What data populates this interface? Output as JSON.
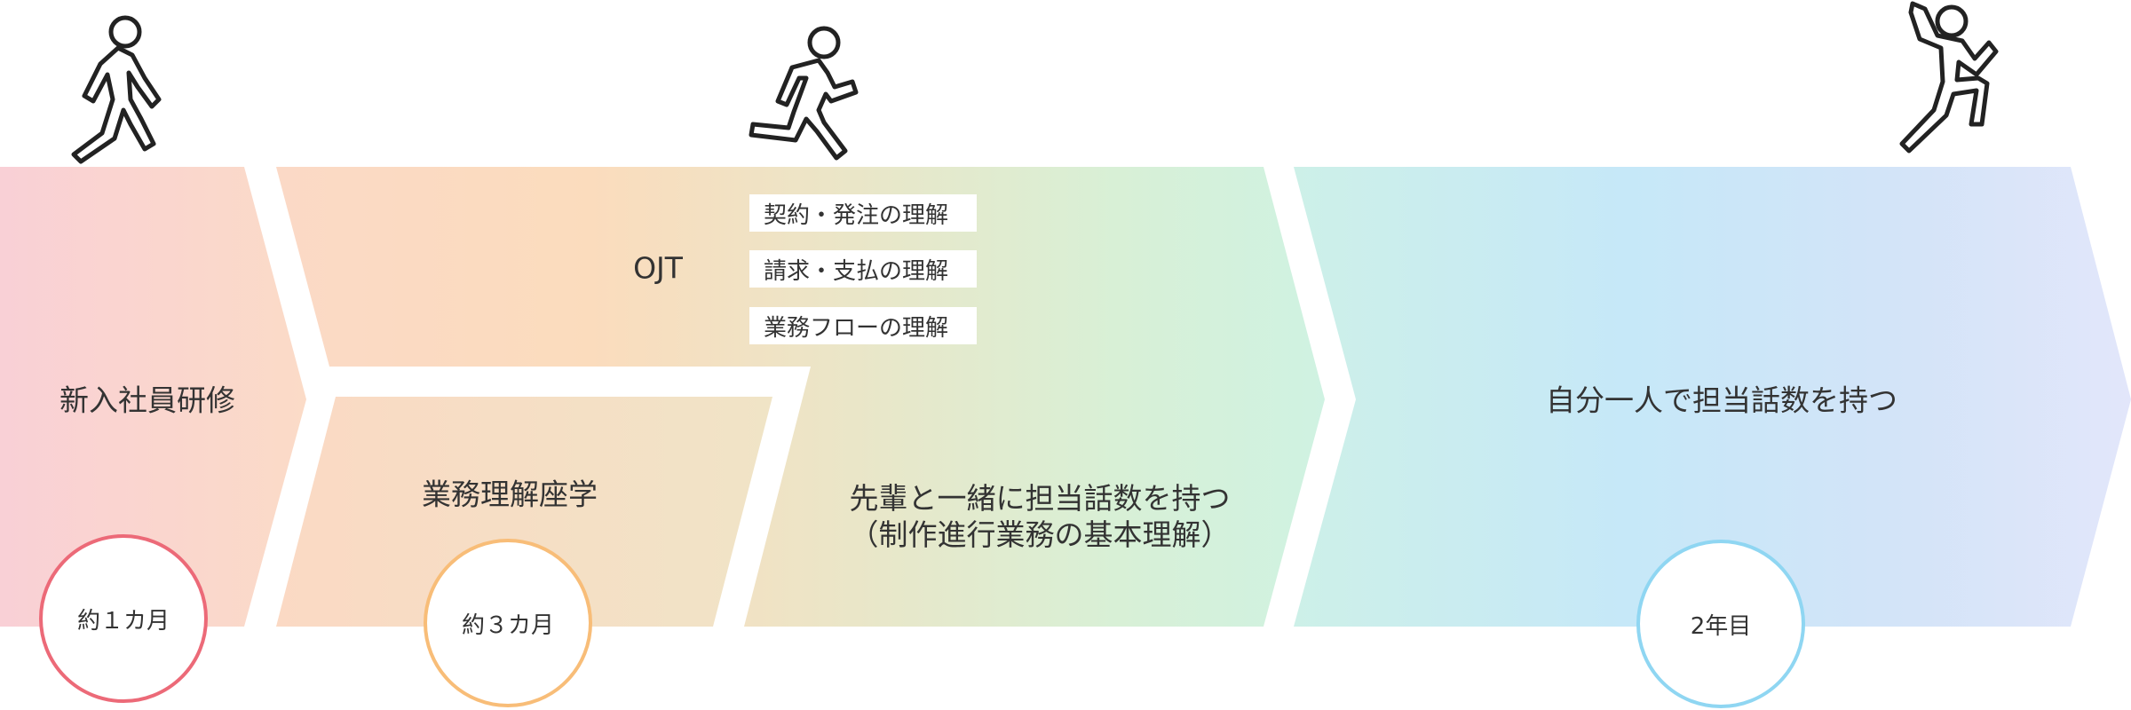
{
  "stages": {
    "training": {
      "label": "新入社員研修",
      "duration": "約１カ月",
      "accent": "#ec6a78"
    },
    "lecture": {
      "label": "業務理解座学",
      "duration": "約３カ月",
      "accent": "#f8bd78"
    },
    "ojt": {
      "label": "OJT",
      "topics": [
        "契約・発注の理解",
        "請求・支払の理解",
        "業務フローの理解"
      ]
    },
    "senior": {
      "line1": "先輩と一緒に担当話数を持つ",
      "line2": "（制作進行業務の基本理解）"
    },
    "independent": {
      "label": "自分一人で担当話数を持つ",
      "duration": "2年目",
      "accent": "#8fd6f2"
    }
  },
  "icons": [
    "walking-person-icon",
    "running-person-icon",
    "jumping-person-icon"
  ]
}
